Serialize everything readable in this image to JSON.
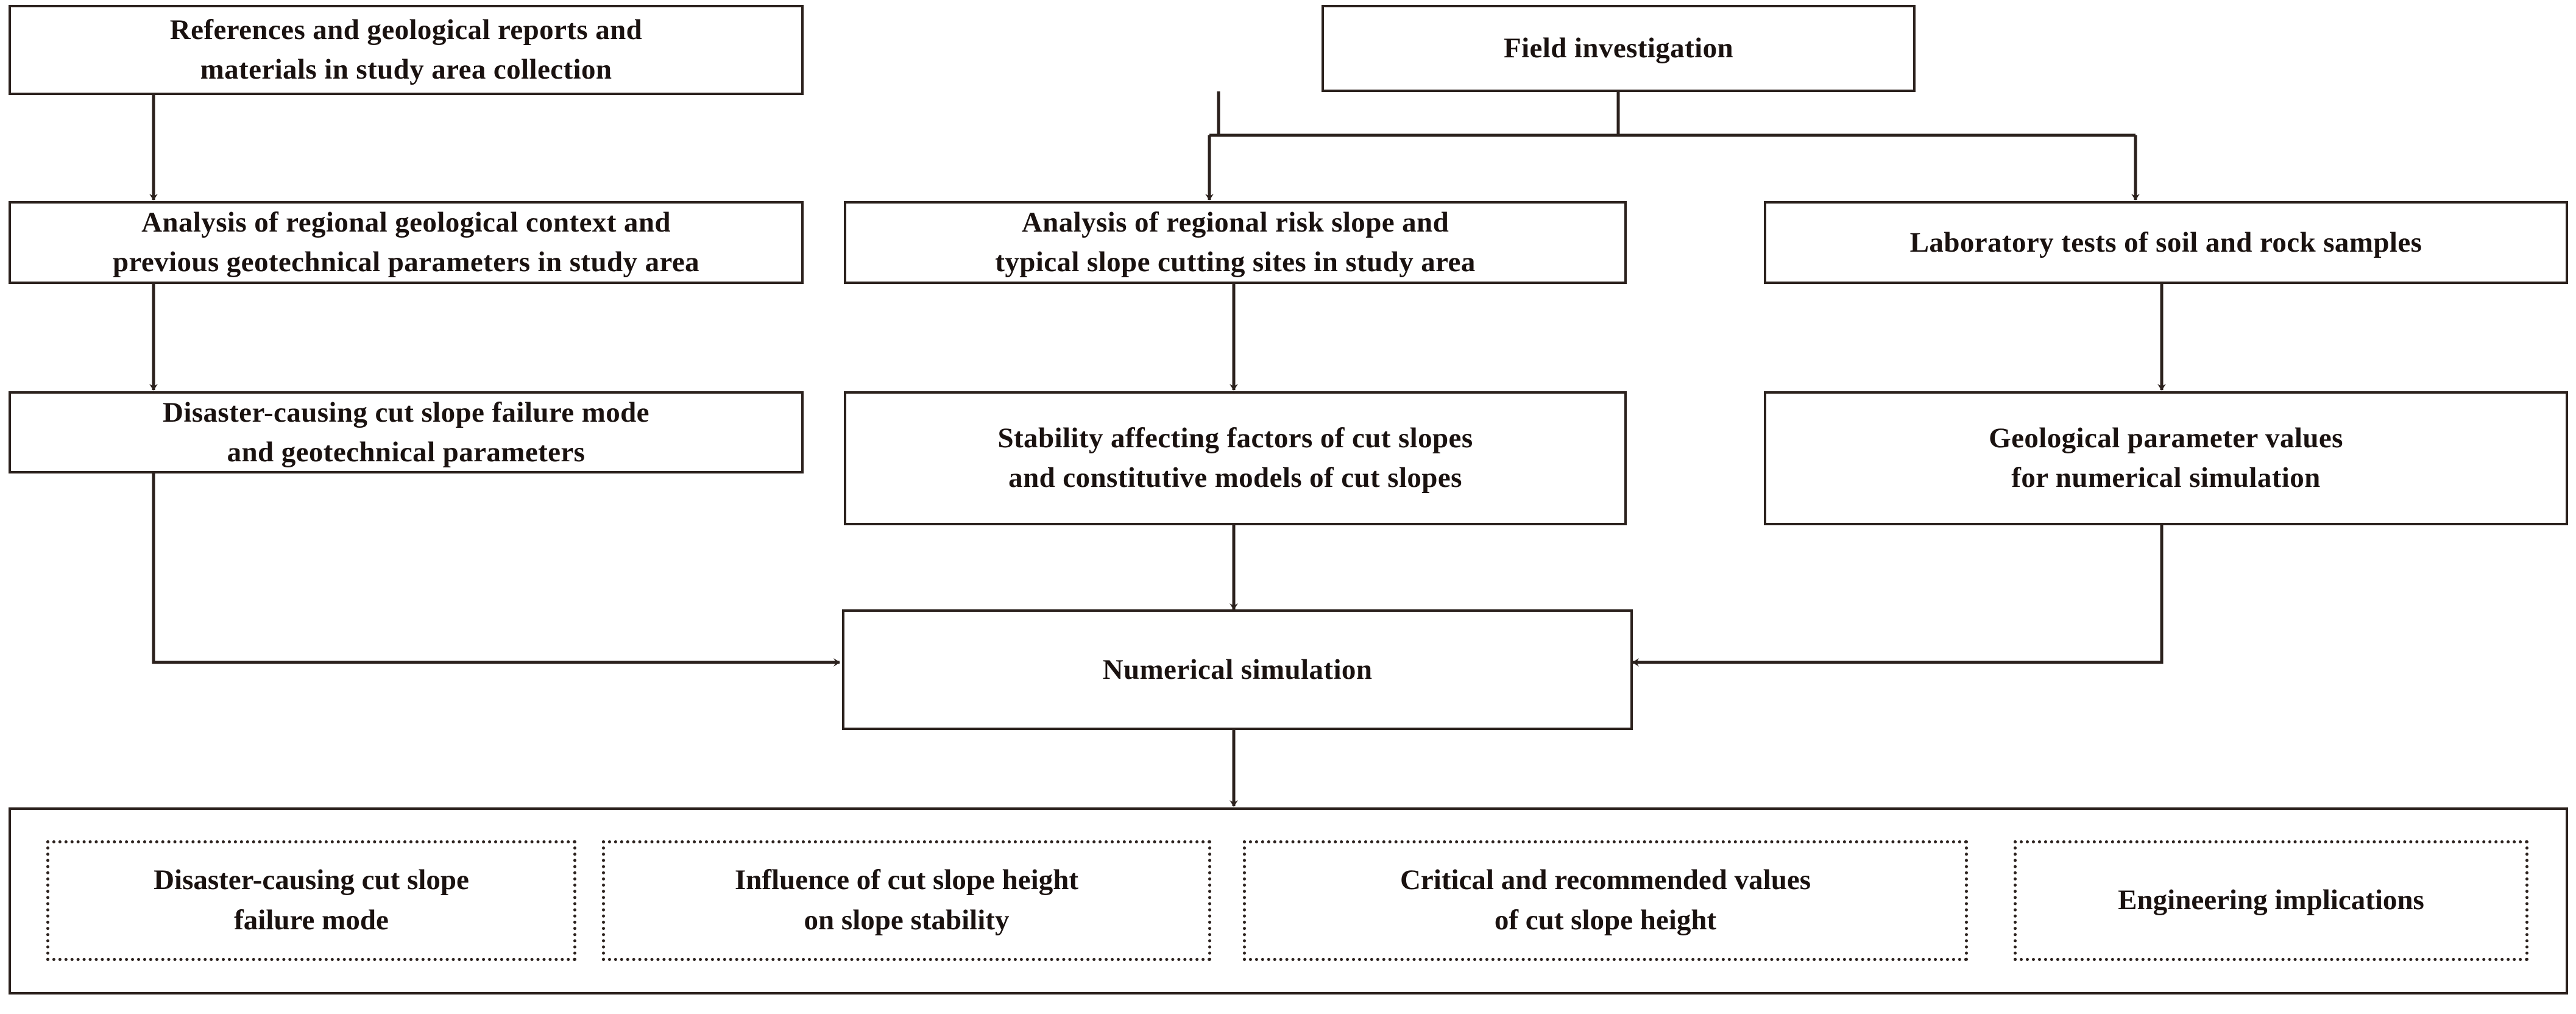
{
  "diagram": {
    "title": "Research methodology flowchart for cut slope stability study",
    "colors": {
      "line": "#2b211d",
      "text": "#1a1210",
      "background": "#ffffff"
    },
    "nodes": {
      "references": {
        "label": "References  and  geological reports  and\nmaterials in study area collection",
        "shape": "solid-rectangle"
      },
      "field_investigation": {
        "label": "Field investigation",
        "shape": "solid-rectangle"
      },
      "regional_geological_context": {
        "label": "Analysis of regional geological context and\nprevious geotechnical parameters  in study area",
        "shape": "solid-rectangle"
      },
      "regional_risk_slope": {
        "label": "Analysis of regional risk slope and\ntypical slope cutting sites  in  study  area",
        "shape": "solid-rectangle"
      },
      "laboratory_tests": {
        "label": "Laboratory tests of soil and rock samples",
        "shape": "solid-rectangle"
      },
      "failure_mode_parameters": {
        "label": "Disaster-causing cut slope failure mode\nand  geotechnical  parameters",
        "shape": "solid-rectangle"
      },
      "stability_factors": {
        "label": "Stability affecting factors of cut slopes\nand constitutive models of cut slopes",
        "shape": "solid-rectangle"
      },
      "geological_parameter_values": {
        "label": "Geological parameter values\nfor numerical simulation",
        "shape": "solid-rectangle"
      },
      "numerical_simulation": {
        "label": "Numerical simulation",
        "shape": "solid-rectangle"
      }
    },
    "results_group": {
      "shape": "solid-rectangle-container",
      "items": [
        {
          "label": "Disaster-causing cut slope\nfailure mode",
          "shape": "dotted-rectangle"
        },
        {
          "label": "Influence of cut slope  height\non slope stability",
          "shape": "dotted-rectangle"
        },
        {
          "label": "Critical and recommended values\nof cut slope height",
          "shape": "dotted-rectangle"
        },
        {
          "label": "Engineering implications",
          "shape": "dotted-rectangle"
        }
      ]
    },
    "connectors": [
      {
        "from": "references",
        "to": "regional_geological_context",
        "type": "arrow-down"
      },
      {
        "from": "regional_geological_context",
        "to": "failure_mode_parameters",
        "type": "arrow-down"
      },
      {
        "from": "failure_mode_parameters",
        "to": "numerical_simulation",
        "type": "arrow-elbow-right"
      },
      {
        "from": "field_investigation",
        "to": "regional_risk_slope",
        "type": "arrow-branch-down"
      },
      {
        "from": "field_investigation",
        "to": "laboratory_tests",
        "type": "arrow-branch-down"
      },
      {
        "from": "regional_risk_slope",
        "to": "stability_factors",
        "type": "arrow-down"
      },
      {
        "from": "stability_factors",
        "to": "numerical_simulation",
        "type": "arrow-down"
      },
      {
        "from": "laboratory_tests",
        "to": "geological_parameter_values",
        "type": "arrow-down"
      },
      {
        "from": "geological_parameter_values",
        "to": "numerical_simulation",
        "type": "arrow-elbow-left"
      },
      {
        "from": "numerical_simulation",
        "to": "results_group",
        "type": "arrow-down"
      },
      {
        "from": "critical_values",
        "to": "engineering_implications",
        "type": "arrow-right"
      }
    ]
  }
}
